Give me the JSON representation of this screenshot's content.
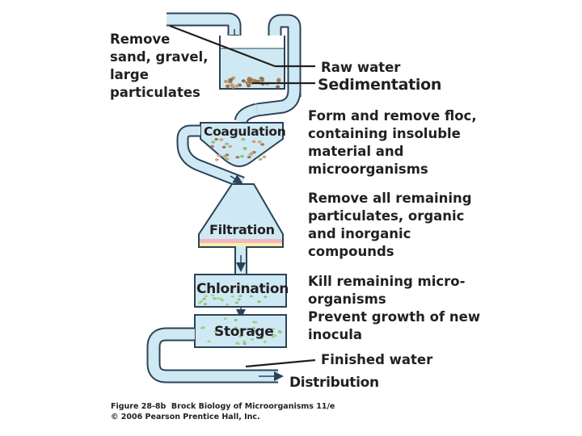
{
  "colors": {
    "water": "#cfe9f4",
    "pipe_stroke": "#2b4257",
    "particle": "#a07a55",
    "floc_green": "#8fc07a",
    "floc_orange": "#d89a7a",
    "filter_pink": "#f2b7c3",
    "filter_yellow": "#f7f0a6",
    "text": "#231f20"
  },
  "notes": {
    "remove_sand": "Remove\nsand, gravel,\nlarge\nparticulates",
    "raw_water": "Raw water",
    "form_floc": "Form and remove floc,\ncontaining insoluble\nmaterial and\nmicroorganisms",
    "remove_remaining": "Remove all remaining\nparticulates, organic\nand inorganic\ncompounds",
    "kill_micro": "Kill remaining micro-\norganisms\nPrevent growth of new\ninocula",
    "finished_water": "Finished water"
  },
  "stages": {
    "sedimentation": "Sedimentation",
    "coagulation": "Coagulation",
    "filtration": "Filtration",
    "chlorination": "Chlorination",
    "storage": "Storage",
    "distribution": "Distribution"
  },
  "credit": {
    "line1": "Figure 28-8b  Brock Biology of Microorganisms 11/e",
    "line2": "© 2006 Pearson Prentice Hall, Inc."
  }
}
